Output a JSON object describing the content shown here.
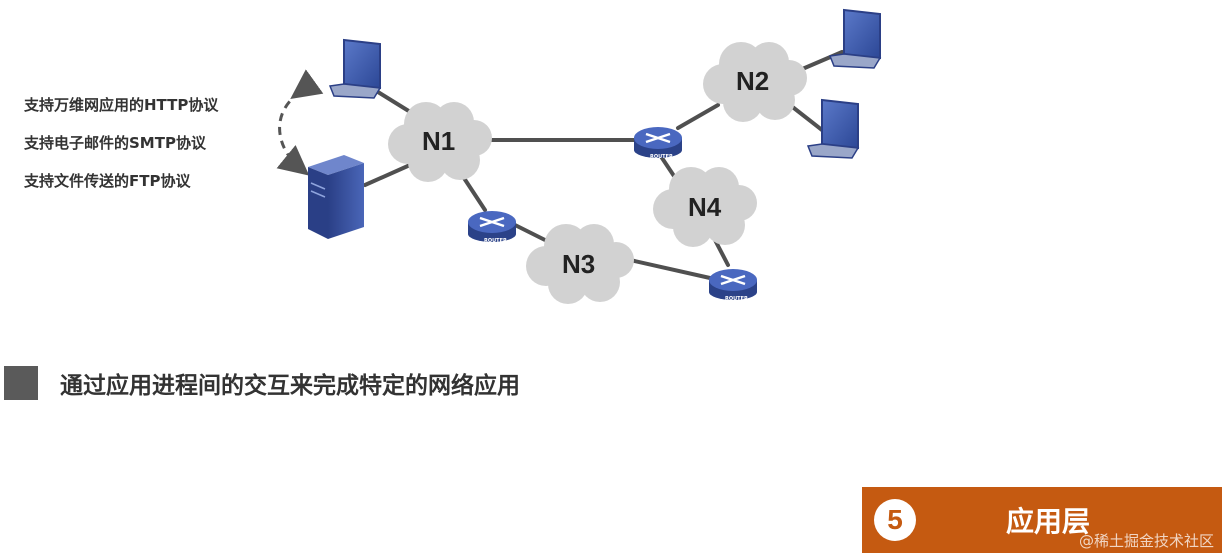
{
  "protocols": [
    "支持万维网应用的HTTP协议",
    "支持电子邮件的SMTP协议",
    "支持文件传送的FTP协议"
  ],
  "networks": [
    "N1",
    "N2",
    "N3",
    "N4"
  ],
  "router_label": "ROUTER",
  "description": "通过应用进程间的交互来完成特定的网络应用",
  "layer": {
    "number": "5",
    "title": "应用层",
    "color": "#c55a11"
  },
  "watermark": "@稀土掘金技术社区",
  "colors": {
    "cloud": "#d2d2d2",
    "router": "#3a55a4",
    "link": "#505050",
    "bullet": "#5a5a5a"
  },
  "icons": [
    "laptop-icon",
    "server-icon",
    "router-icon",
    "cloud-icon"
  ]
}
